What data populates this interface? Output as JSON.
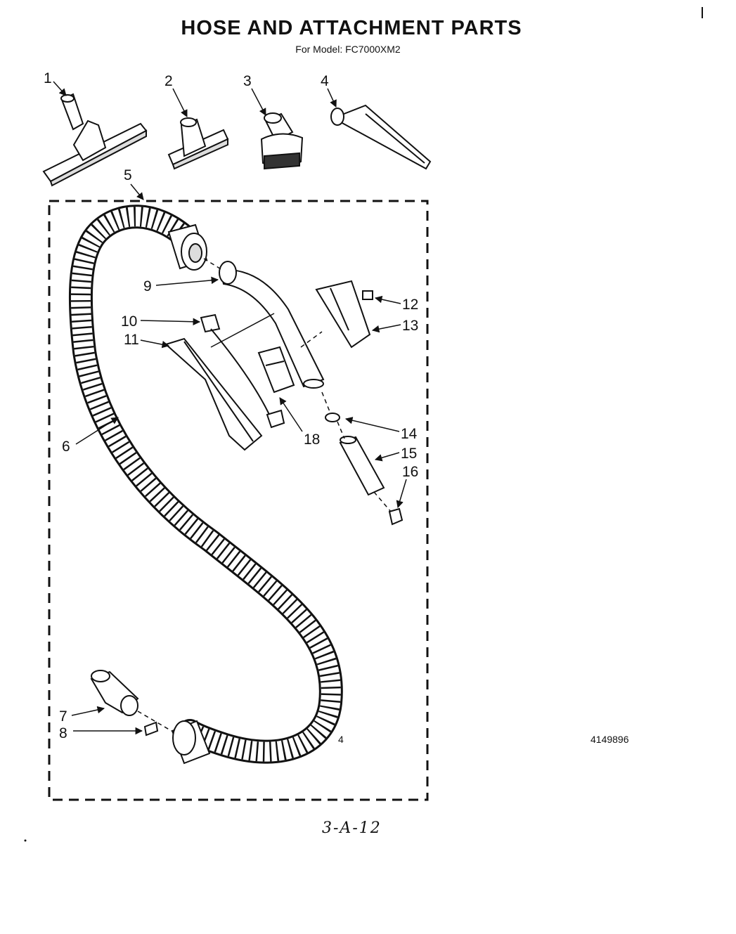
{
  "header": {
    "title": "HOSE AND ATTACHMENT PARTS",
    "subtitle": "For Model: FC7000XM2"
  },
  "callouts": [
    "1",
    "2",
    "3",
    "4",
    "5",
    "6",
    "7",
    "8",
    "9",
    "10",
    "11",
    "12",
    "13",
    "14",
    "15",
    "16",
    "18"
  ],
  "footer": {
    "page_number": "4",
    "document_number": "4149896",
    "handwritten_note": "3-A-12"
  }
}
